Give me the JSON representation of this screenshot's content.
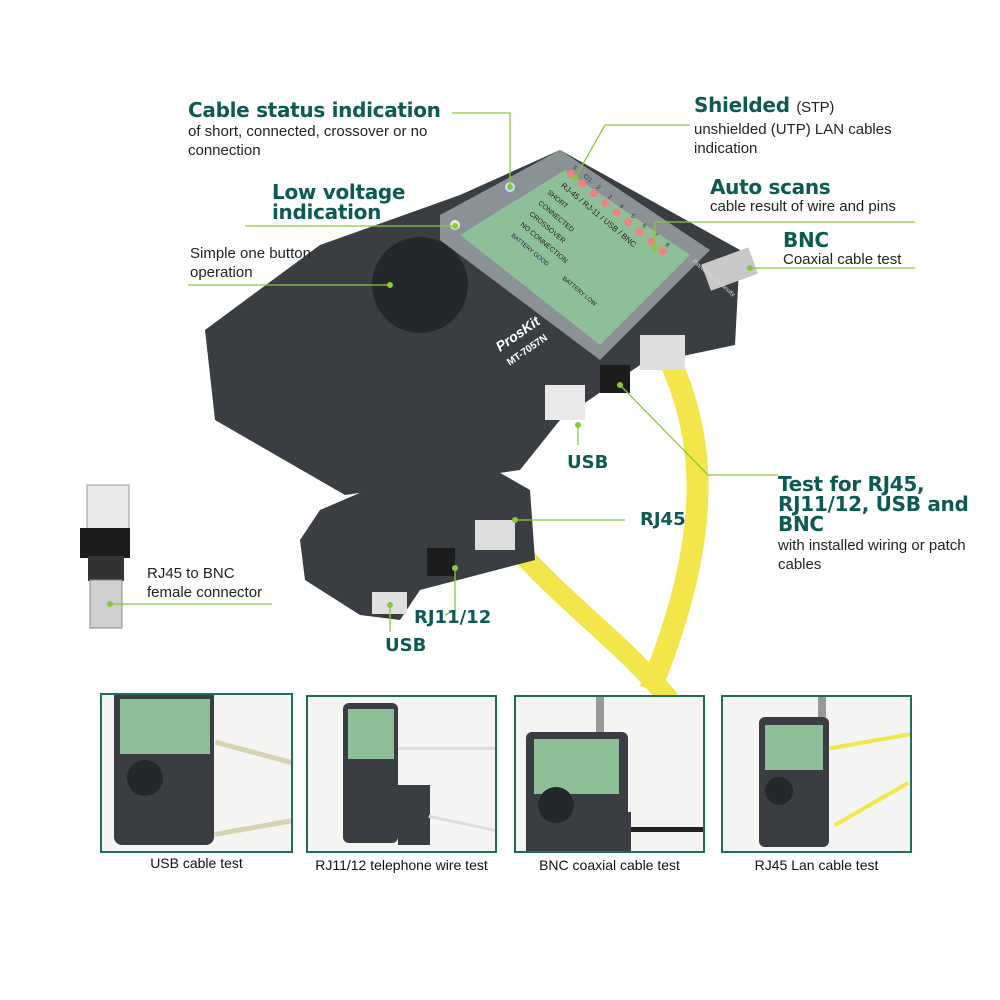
{
  "annotations": {
    "cable_status": {
      "title": "Cable status indication",
      "text": "of short, connected, crossover or no connection"
    },
    "low_voltage": {
      "title": "Low voltage indication"
    },
    "one_button": {
      "text": "Simple one button operation"
    },
    "shielded": {
      "title": "Shielded",
      "title_suffix": "(STP)",
      "text": "unshielded (UTP) LAN cables indication"
    },
    "auto_scans": {
      "title": "Auto scans",
      "text": "cable result of wire and pins"
    },
    "bnc": {
      "title": "BNC",
      "text": "Coaxial cable test"
    },
    "usb_main": "USB",
    "test_for": {
      "title": "Test for RJ45, RJ11/12, USB and BNC",
      "text": "with installed wiring or patch cables"
    },
    "rj45_remote": "RJ45",
    "rj11_remote": "RJ11/12",
    "usb_remote": "USB",
    "adapter": {
      "text": "RJ45 to BNC female connector"
    }
  },
  "device": {
    "brand": "ProsKit",
    "model": "MT-7057N",
    "header": "RJ-45 / RJ-11 / USB / BNC",
    "rows": [
      "SHORT",
      "CONNECTED",
      "CROSSOVER",
      "NO CONNECTION"
    ],
    "battery_good": "BATTERY GOOD",
    "battery_low": "BATTERY LOW",
    "pins": [
      "S",
      "C/1",
      "2",
      "3",
      "4",
      "5",
      "6",
      "7",
      "8"
    ],
    "pin_label": "Pin/Wires Continuity"
  },
  "panels": [
    {
      "caption": "USB cable test"
    },
    {
      "caption": "RJ11/12 telephone wire test"
    },
    {
      "caption": "BNC coaxial cable test"
    },
    {
      "caption": "RJ45 Lan cable test"
    }
  ],
  "colors": {
    "accent": "#0d5a55",
    "leader": "#8cc63f",
    "panel_border": "#1f6d5d",
    "device": "#3a3e42",
    "screen": "#8fbf98",
    "cable": "#f2e64a"
  }
}
